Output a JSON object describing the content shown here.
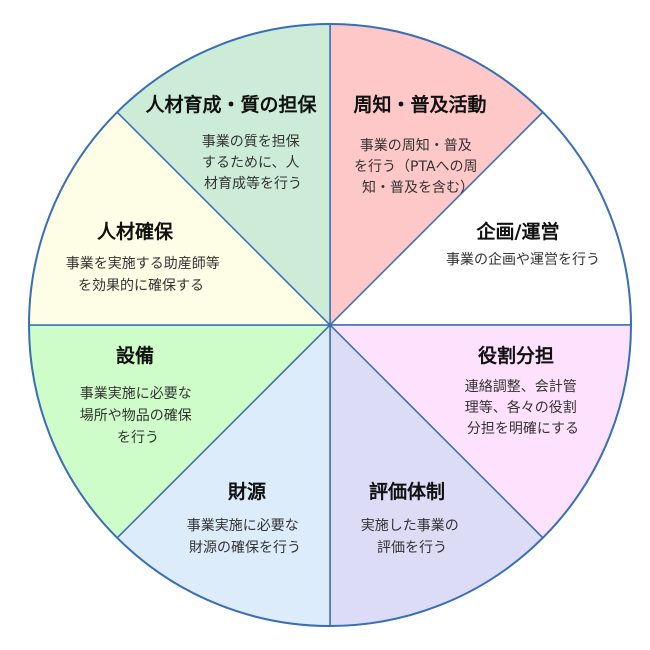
{
  "diagram": {
    "segments": [
      {
        "id": "shuchi-fukyu",
        "title": "周知・普及活動",
        "description": [
          "事業の周知・普及",
          "を行う（PTAへの周",
          "知・普及を含む）"
        ],
        "color": "#ffc8c8"
      },
      {
        "id": "kikaku-unei",
        "title": "企画/運営",
        "description": [
          "事業の企画や運営を行う"
        ],
        "color": "#ffffff"
      },
      {
        "id": "yakuwari-buntan",
        "title": "役割分担",
        "description": [
          "連絡調整、会計管",
          "理等、各々の役割",
          "分担を明確にする"
        ],
        "color": "#fde1fd"
      },
      {
        "id": "hyoka-taisei",
        "title": "評価体制",
        "description": [
          "実施した事業の",
          "評価を行う"
        ],
        "color": "#dcdcf7"
      },
      {
        "id": "zaigen",
        "title": "財源",
        "description": [
          "事業実施に必要な",
          "財源の確保を行う"
        ],
        "color": "#dcecfa"
      },
      {
        "id": "setsubi",
        "title": "設備",
        "description": [
          "事業実施に必要な",
          "場所や物品の確保",
          "を行う"
        ],
        "color": "#cefdc9"
      },
      {
        "id": "jinzai-kakuho",
        "title": "人材確保",
        "description": [
          "事業を実施する助産師等",
          "を効果的に確保する"
        ],
        "color": "#fefee6"
      },
      {
        "id": "jinzai-ikusei",
        "title": "人材育成・質の担保",
        "description": [
          "事業の質を担保",
          "するために、人",
          "材育成等を行う"
        ],
        "color": "#ccecd8"
      }
    ]
  }
}
